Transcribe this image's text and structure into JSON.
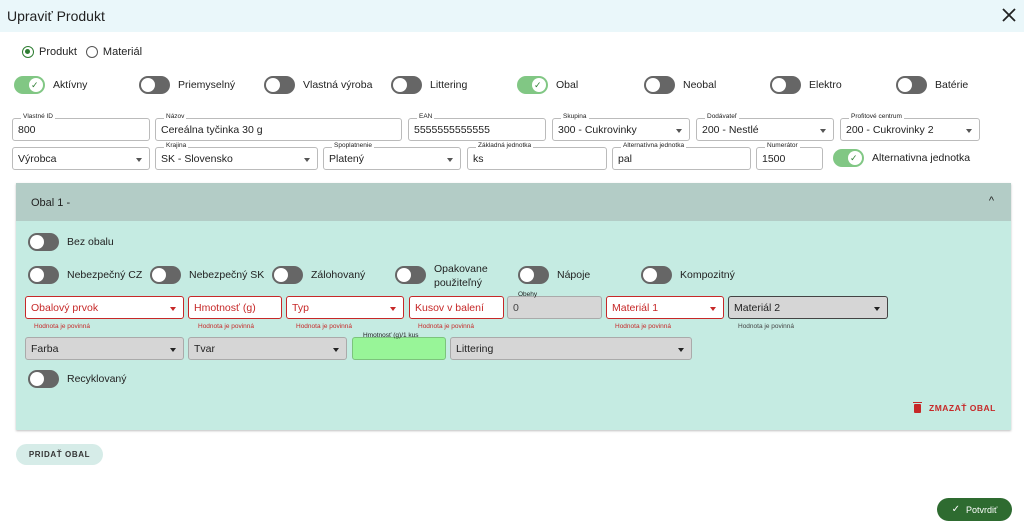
{
  "header": {
    "title": "Upraviť Produkt"
  },
  "type_radio": [
    {
      "label": "Produkt",
      "selected": true
    },
    {
      "label": "Materiál",
      "selected": false
    }
  ],
  "toggles": {
    "aktivny": {
      "label": "Aktívny",
      "on": true
    },
    "priemyselny": {
      "label": "Priemyselný",
      "on": false
    },
    "vlastna": {
      "label": "Vlastná výroba",
      "on": false
    },
    "littering": {
      "label": "Littering",
      "on": false
    },
    "obal": {
      "label": "Obal",
      "on": true
    },
    "neobal": {
      "label": "Neobal",
      "on": false
    },
    "elektro": {
      "label": "Elektro",
      "on": false
    },
    "baterie": {
      "label": "Batérie",
      "on": false
    }
  },
  "fields": {
    "vlastne_id": {
      "label": "Vlastné ID",
      "value": "800"
    },
    "nazov": {
      "label": "Názov",
      "value": "Cereálna tyčinka 30 g"
    },
    "ean": {
      "label": "EAN",
      "value": "5555555555555"
    },
    "skupina": {
      "label": "Skupina",
      "value": "300 - Cukrovinky"
    },
    "dodavatel": {
      "label": "Dodávateľ",
      "value": "200 - Nestlé"
    },
    "profitove": {
      "label": "Profitové centrum",
      "value": "200 - Cukrovinky 2"
    },
    "vyrobca": {
      "label": "",
      "value": "Výrobca"
    },
    "krajina": {
      "label": "Krajina",
      "value": "SK - Slovensko"
    },
    "spoplatnenie": {
      "label": "Spoplatnenie",
      "value": "Platený"
    },
    "zakladna": {
      "label": "Základná jednotka",
      "value": "ks"
    },
    "alternativna": {
      "label": "Alternatívna jednotka",
      "value": "pal"
    },
    "numerator": {
      "label": "Numerátor",
      "value": "1500"
    }
  },
  "alt_toggle": {
    "label": "Alternativna jednotka",
    "on": true
  },
  "panel": {
    "title": "Obal 1 -",
    "chevron": "^",
    "bez_obalu": {
      "label": "Bez obalu",
      "on": false
    },
    "flags": {
      "neb_cz": "Nebezpečný CZ",
      "neb_sk": "Nebezpečný SK",
      "zalohovany": "Zálohovaný",
      "opakovane_1": "Opakovane",
      "opakovane_2": "použiteľný",
      "napoje": "Nápoje",
      "kompozitny": "Kompozitný"
    },
    "row1": {
      "obalovy": "Obalový prvok",
      "hmotnost": "Hmotnosť (g)",
      "typ": "Typ",
      "kusov": "Kusov v balení",
      "obehy_label": "Obehy",
      "obehy_value": "0",
      "material1": "Materiál 1",
      "material2": "Materiál 2"
    },
    "hint": "Hodnota je povinná",
    "row2": {
      "farba": "Farba",
      "tvar": "Tvar",
      "hmotnost_kus_label": "Hmotnosť (g)/1 kus",
      "littering": "Littering"
    },
    "recyklovany": {
      "label": "Recyklovaný",
      "on": false
    },
    "delete_label": "ZMAZAŤ OBAL"
  },
  "add_button": "PRIDAŤ OBAL",
  "confirm_button": "Potvrdiť",
  "colors": {
    "accent": "#2e6b30",
    "error": "#c62828",
    "panel": "#c5ebe2",
    "header": "#eaf7fa"
  }
}
